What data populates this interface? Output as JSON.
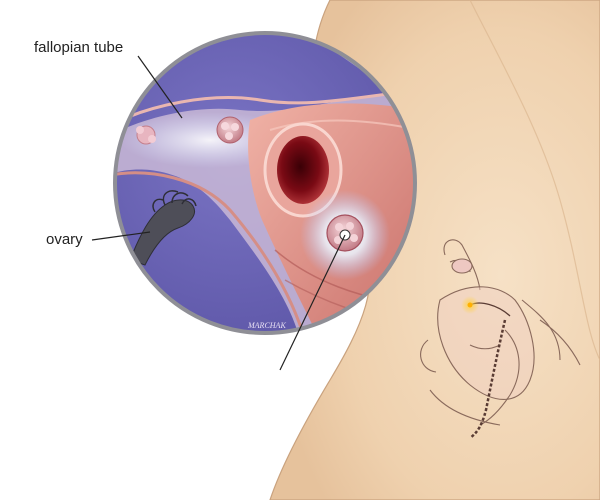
{
  "labels": {
    "fallopian_tube": "fallopian tube",
    "ovary": "ovary",
    "signature": "MARCHAK"
  },
  "colors": {
    "background": "#ffffff",
    "skin": "#f2d6b6",
    "lens_field": "#6a64b2",
    "tube_wall": "#e29b90",
    "label_text": "#222222"
  }
}
